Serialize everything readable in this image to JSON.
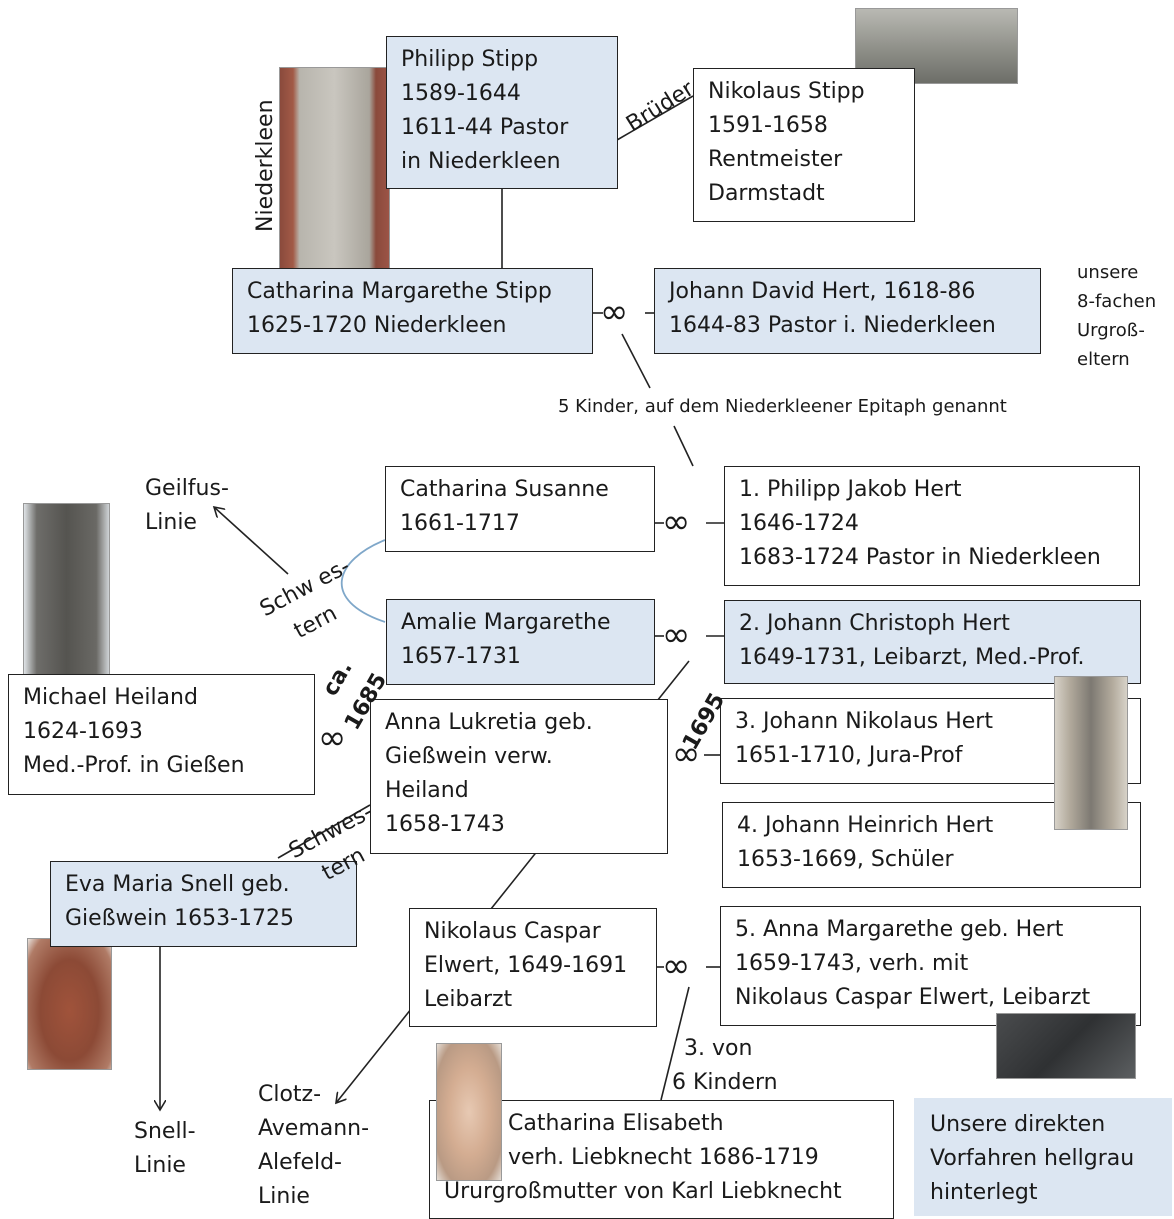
{
  "colors": {
    "highlight": "#dce6f2",
    "border": "#222222",
    "sister_arc": "#7fa7c9"
  },
  "persons": {
    "philipp_stipp": [
      "Philipp Stipp",
      "1589-1644",
      "1611-44 Pastor",
      "in Niederkleen"
    ],
    "nikolaus_stipp": [
      "Nikolaus Stipp",
      "1591-1658",
      "Rentmeister",
      "Darmstadt"
    ],
    "catharina_margarethe_stipp": [
      "Catharina Margarethe Stipp",
      "1625-1720 Niederkleen"
    ],
    "johann_david_hert": [
      "Johann David Hert, 1618-86",
      "1644-83 Pastor i. Niederkleen"
    ],
    "catharina_susanne": [
      "Catharina Susanne",
      "1661-1717"
    ],
    "philipp_jakob_hert": [
      "1. Philipp Jakob Hert",
      "1646-1724",
      "1683-1724 Pastor in Niederkleen"
    ],
    "amalie_margarethe": [
      "Amalie Margarethe",
      "1657-1731"
    ],
    "johann_christoph_hert": [
      "2. Johann Christoph Hert",
      "1649-1731, Leibarzt, Med.-Prof."
    ],
    "michael_heiland": [
      "Michael Heiland",
      "1624-1693",
      "Med.-Prof. in Gießen"
    ],
    "anna_lukretia": [
      "Anna Lukretia geb.",
      "Gießwein verw.",
      "Heiland",
      "1658-1743"
    ],
    "johann_nikolaus_hert": [
      "3. Johann Nikolaus Hert",
      "1651-1710, Jura-Prof"
    ],
    "johann_heinrich_hert": [
      "4. Johann Heinrich Hert",
      "1653-1669, Schüler"
    ],
    "eva_maria_snell": [
      "Eva Maria Snell geb.",
      "Gießwein 1653-1725"
    ],
    "nikolaus_caspar_elwert": [
      "Nikolaus Caspar",
      "Elwert, 1649-1691",
      "Leibarzt"
    ],
    "anna_margarethe_hert": [
      "5. Anna Margarethe geb. Hert",
      "1659-1743, verh. mit",
      "Nikolaus Caspar Elwert, Leibarzt"
    ],
    "catharina_elisabeth": [
      "Catharina Elisabeth",
      "verh. Liebknecht 1686-1719",
      "Ururgroßmutter von Karl Liebknecht"
    ]
  },
  "labels": {
    "brueder": "Brüder",
    "niederkleen": "Niederkleen",
    "urgrosseltern": [
      "unsere",
      "8-fachen",
      "Urgroß-",
      "eltern"
    ],
    "kinder_note": "5 Kinder, auf dem Niederkleener Epitaph genannt",
    "geilfus": [
      "Geilfus-",
      "Linie"
    ],
    "schwestern_1": [
      "Schw es-",
      "tern"
    ],
    "schwestern_2": [
      "Schwes-",
      "tern"
    ],
    "ca_1685": [
      "ca.",
      "1685"
    ],
    "year_1695": "1695",
    "von_kindern": [
      "3. von",
      "6  Kindern"
    ],
    "snell_linie": [
      "Snell-",
      "Linie"
    ],
    "clotz_linie": [
      "Clotz-",
      "Avemann-",
      "Alefeld-",
      "Linie"
    ]
  },
  "legend": [
    "Unsere direkten",
    "Vorfahren hellgrau",
    "hinterlegt"
  ],
  "marriage_symbol": "∞"
}
